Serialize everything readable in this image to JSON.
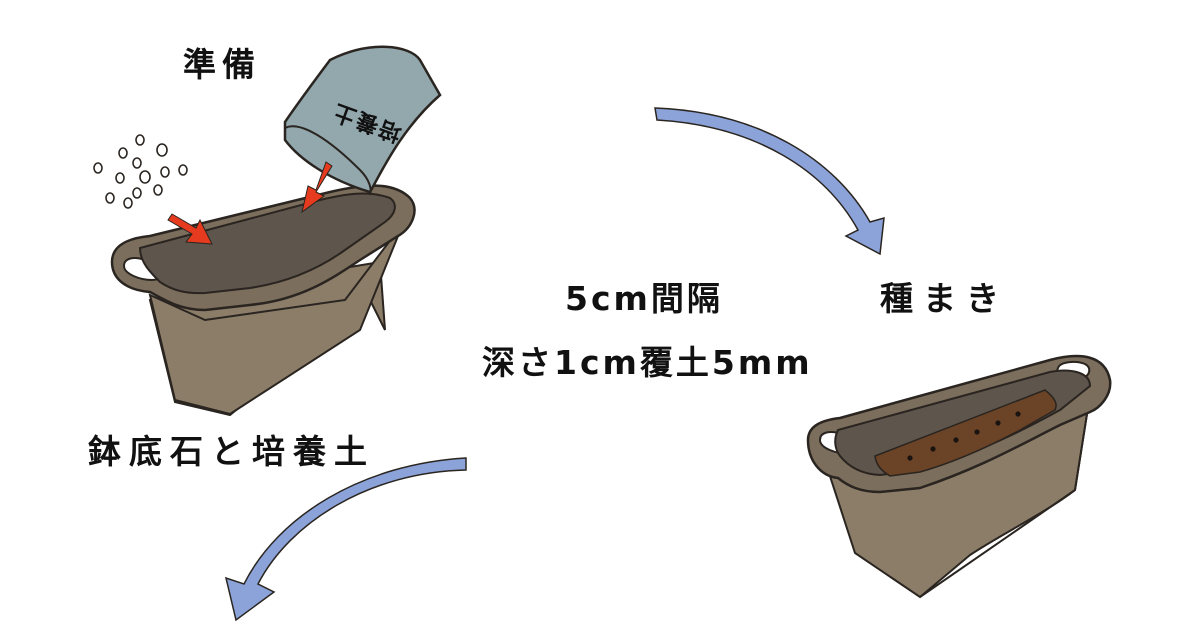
{
  "labels": {
    "prep": "準備",
    "base": "鉢底石と培養土",
    "spacing": "5cm間隔",
    "depth": "深さ1cm覆土5mm",
    "sow": "種まき"
  },
  "bag": {
    "text": "培養土"
  },
  "colors": {
    "planter_body": "#8c7d69",
    "planter_rim": "#7c6e5c",
    "planter_inner": "#5e554d",
    "soil": "#6b4326",
    "bag": "#93a8ad",
    "arrow_flow": "#8ba3d9",
    "arrow_pour": "#e63b1e",
    "outline": "#2a2520"
  }
}
